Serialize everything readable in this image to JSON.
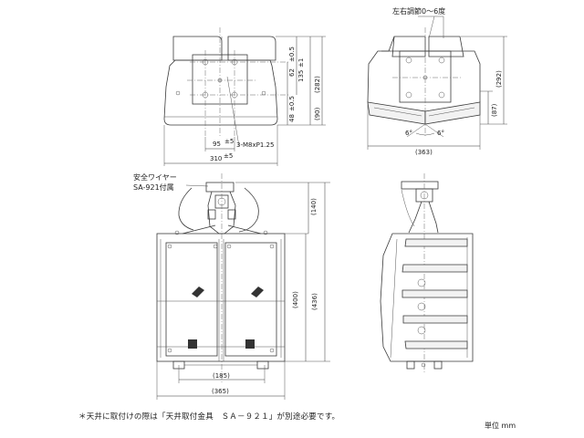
{
  "labels": {
    "adjust_range": "左右調節0～6度",
    "safety_wire_line1": "安全ワイヤー",
    "safety_wire_line2": "SA-921付属",
    "screw_spec": "3-M8xP1.25",
    "deg_left": "6°",
    "deg_right": "6°"
  },
  "dimensions": {
    "d62": "62",
    "d135": "135",
    "tol_05a": "±0.5",
    "tol_1": "±1",
    "d48": "48",
    "tol_05b": "±0.5",
    "d282": "(282)",
    "d90": "(90)",
    "d95": "95",
    "tol_5a": "±5",
    "d310": "310",
    "tol_5b": "±5",
    "d292": "(292)",
    "d87": "(87)",
    "d363": "(363)",
    "d140": "(140)",
    "d400": "(400)",
    "d436": "(436)",
    "d185": "(185)",
    "d365": "(365)"
  },
  "note": "＊天井に取付けの際は「天井取付金具　ＳＡ－９２１」が別途必要です。",
  "unit": "単位 mm"
}
